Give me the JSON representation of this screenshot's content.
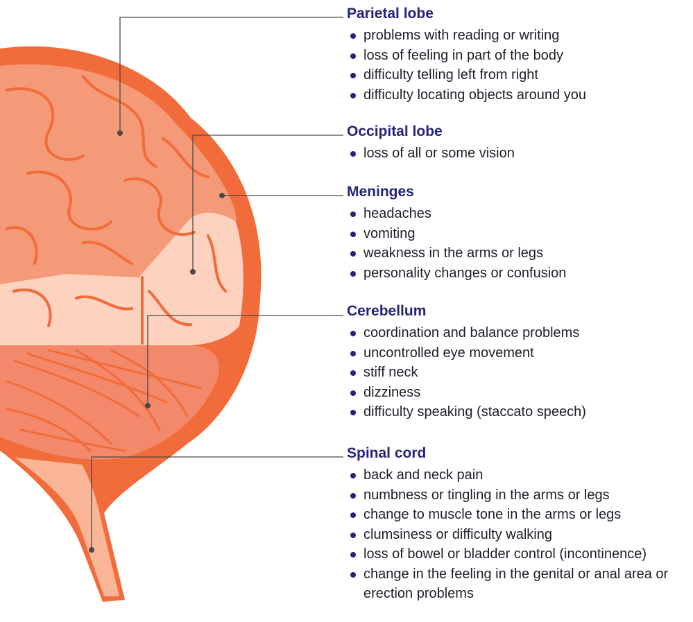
{
  "sections": [
    {
      "heading": "Parietal lobe",
      "items": [
        "problems with reading or writing",
        "loss of feeling in part of the body",
        "difficulty telling left from right",
        "difficulty locating objects around you"
      ]
    },
    {
      "heading": "Occipital lobe",
      "items": [
        "loss of all or some vision"
      ]
    },
    {
      "heading": "Meninges",
      "items": [
        "headaches",
        "vomiting",
        "weakness in the arms or legs",
        "personality changes or confusion"
      ]
    },
    {
      "heading": "Cerebellum",
      "items": [
        "coordination and balance problems",
        "uncontrolled eye movement",
        "stiff neck",
        "dizziness",
        "difficulty speaking (staccato speech)"
      ]
    },
    {
      "heading": "Spinal cord",
      "items": [
        "back and neck pain",
        "numbness or tingling in the arms or legs",
        "change to muscle tone in the arms or legs",
        "clumsiness or difficulty walking",
        "loss of bowel or bladder control (incontinence)",
        "change in the feeling in the genital or anal area or erection problems"
      ]
    }
  ],
  "colors": {
    "heading": "#24247a",
    "text": "#1e1e2a",
    "brain_outline": "#f26b3a",
    "brain_mid": "#f59a78",
    "brain_light": "#fdd3c0",
    "cerebellum": "#f4886a",
    "leader_line": "#4a4a4a"
  }
}
